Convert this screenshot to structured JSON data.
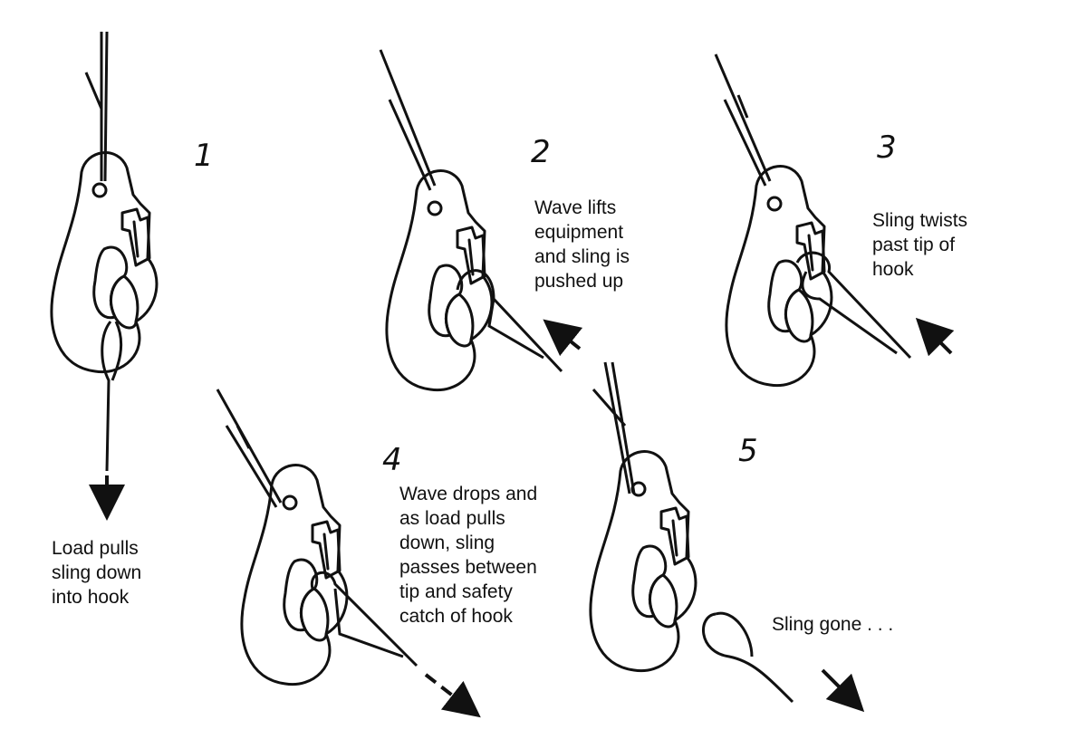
{
  "title": "How a sling can come off a hook",
  "steps": [
    {
      "number": "1",
      "caption": [
        "Load pulls",
        "sling down",
        "into hook"
      ]
    },
    {
      "number": "2",
      "caption": [
        "Wave lifts",
        "equipment",
        "and sling is",
        "pushed up"
      ]
    },
    {
      "number": "3",
      "caption": [
        "Sling twists",
        "past tip of",
        "hook"
      ]
    },
    {
      "number": "4",
      "caption": [
        "Wave drops and",
        "as load pulls",
        "down, sling",
        "passes between",
        "tip and safety",
        "catch of hook"
      ]
    },
    {
      "number": "5",
      "caption": [
        "Sling gone . . ."
      ]
    }
  ],
  "colors": {
    "ink": "#111111",
    "background": "#ffffff"
  }
}
